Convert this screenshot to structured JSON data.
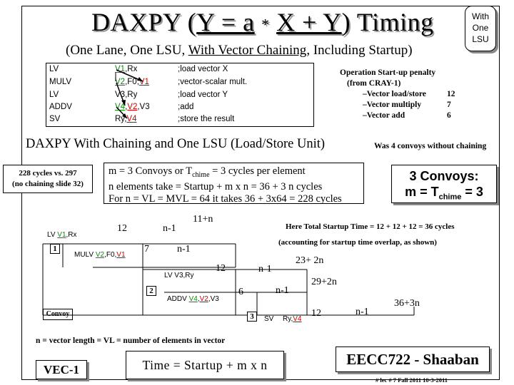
{
  "title": {
    "prefix": "DAXPY (",
    "y": "Y = ",
    "a": "a",
    "star": "*",
    "xpy": "X + Y",
    "suffix": ") Timing"
  },
  "subtitle": {
    "prefix": "(One Lane, One LSU, ",
    "chaining": "With Vector Chaining",
    "suffix": ", Including Startup)"
  },
  "badge": {
    "line1": "With",
    "line2": "One",
    "line3": "LSU"
  },
  "code": [
    {
      "op": "LV",
      "a1": "V1",
      "a2": ",Rx",
      "a3": "",
      "a4": "",
      "comment": ";load vector X"
    },
    {
      "op": "MULV",
      "a1": "V2",
      "a2": ",F0,",
      "a3": "V1",
      "a4": "",
      "comment": ";vector-scalar mult."
    },
    {
      "op": "LV",
      "a1": "",
      "a2": "V3,Ry",
      "a3": "",
      "a4": "",
      "comment": ";load vector Y"
    },
    {
      "op": "ADDV",
      "a1": "V4",
      "a2": ",",
      "a3": "V2",
      "a4": ",V3",
      "comment": ";add"
    },
    {
      "op": "SV",
      "a1": "",
      "a2": "Ry,",
      "a3": "V4",
      "a4": "",
      "comment": ";store the result"
    }
  ],
  "penalty": {
    "title": "Operation Start-up penalty",
    "source": "(from CRAY-1)",
    "rows": [
      {
        "label": "–Vector load/store",
        "value": "12"
      },
      {
        "label": "–Vector multiply",
        "value": "7"
      },
      {
        "label": "–Vector add",
        "value": "6"
      }
    ]
  },
  "heading": "DAXPY With Chaining and One LSU (Load/Store Unit)",
  "was4": "Was 4 convoys without chaining",
  "cycles_note": {
    "line1": "228 cycles vs. 297",
    "line2": "(no chaining slide 32)"
  },
  "equations": {
    "line1_a": "m = 3 Convoys or T",
    "line1_sub": "chime",
    "line1_b": " = 3 cycles per element",
    "line2": "n elements take = Startup + m x n = 36 + 3 n cycles",
    "line3": "For n = VL = MVL = 64 it takes 36 + 3x64 = 228 cycles"
  },
  "convoys": {
    "line1": "3 Convoys:",
    "line2_a": "m = T",
    "line2_sub": "chime",
    "line2_b": " = 3"
  },
  "timeline": {
    "lv1_op": "LV",
    "lv1_v": "V1",
    "lv1_rest": ",Rx",
    "box1": "1",
    "mulv_op": "MULV",
    "mulv_v2": "V2",
    "mulv_mid": ",F0,",
    "mulv_v1": "V1",
    "n12a": "12",
    "n1a": "n-1",
    "n11n": "11+n",
    "n7": "7",
    "n1b": "n-1",
    "startup_total": "Here Total Startup Time = 12 + 12 + 12 = 36 cycles",
    "startup_note": "(accounting for startup time overlap, as shown)",
    "lv2_label": "LV V3,Ry",
    "n12b": "12",
    "n1c": "n-1",
    "n23": "23+ 2n",
    "box2": "2",
    "addv_op": "ADDV",
    "addv_v4": "V4",
    "addv_comma": ",",
    "addv_v2": "V2",
    "addv_rest": ",V3",
    "n6": "6",
    "n1d": "n-1",
    "n29": "29+2n",
    "convoy_label": "Convoy",
    "box3": "3",
    "sv_op": "SV",
    "sv_rest": "Ry,",
    "sv_v4": "V4",
    "n12c": "12",
    "n1e": "n-1",
    "n36": "36+3n"
  },
  "definition": "n = vector length = VL = number of elements in vector",
  "vec_label": "VEC-1",
  "formula": "Time = Startup + m x n",
  "course": "EECC722 - Shaaban",
  "footer": "#  lec # 7    Fall 2011    10-3-2011",
  "colors": {
    "green": "#0a8a0a",
    "red": "#cc0000",
    "shadow": "#888888"
  }
}
